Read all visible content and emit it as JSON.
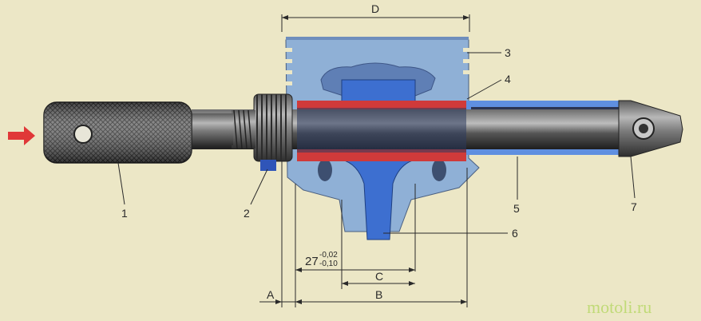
{
  "diagram": {
    "part_labels": [
      "1",
      "2",
      "3",
      "4",
      "5",
      "6",
      "7"
    ],
    "dimensions": {
      "A": "A",
      "B": "B",
      "C": "C",
      "D": "D",
      "tolerance_nominal": "27",
      "tolerance_upper": "-0,02",
      "tolerance_lower": "-0,10"
    },
    "watermark": "motoli.ru"
  },
  "colors": {
    "background": "#ece7c6",
    "piston": "#8fb0d6",
    "pin_blue": "#3d6fd0",
    "sleeve_red": "#d03a3a",
    "rod": "#2c3a5e",
    "steel_dark": "#3c3c3c",
    "steel_light": "#9a9a9a",
    "arrow": "#e03838"
  }
}
